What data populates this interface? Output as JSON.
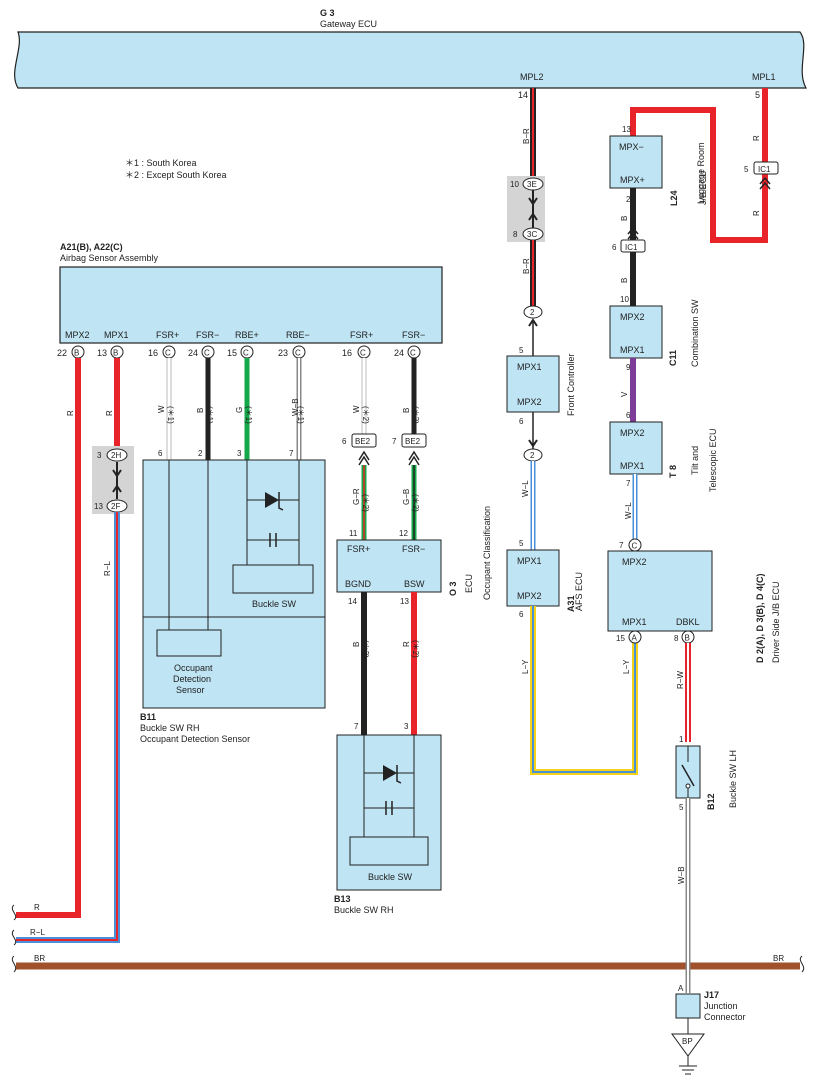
{
  "gateway": {
    "code": "G 3",
    "name": "Gateway ECU",
    "pins": [
      {
        "label": "MPL2",
        "num": "14"
      },
      {
        "label": "MPL1",
        "num": "5"
      }
    ]
  },
  "notes": [
    "＊1 : South Korea",
    "＊2 : Except South Korea"
  ],
  "airbag": {
    "code": "A21(B), A22(C)",
    "name": "Airbag Sensor Assembly",
    "pins": [
      {
        "label": "MPX2",
        "num": "22",
        "conn": "B"
      },
      {
        "label": "MPX1",
        "num": "13",
        "conn": "B"
      },
      {
        "label": "FSR+",
        "num": "16",
        "conn": "C"
      },
      {
        "label": "FSR−",
        "num": "24",
        "conn": "C"
      },
      {
        "label": "RBE+",
        "num": "15",
        "conn": "C"
      },
      {
        "label": "RBE−",
        "num": "23",
        "conn": "C"
      },
      {
        "label": "FSR+",
        "num": "16",
        "conn": "C"
      },
      {
        "label": "FSR−",
        "num": "24",
        "conn": "C"
      }
    ]
  },
  "wires": {
    "r": "R",
    "b_r": "B−R",
    "r_l": "R−L",
    "w": "W",
    "b": "B",
    "g": "G",
    "w_b": "W−B",
    "g_r": "G−R",
    "g_b": "G−B",
    "w_l": "W−L",
    "l_y": "L−Y",
    "v": "V",
    "r_w": "R−W",
    "br": "BR"
  },
  "marks": {
    "s1": "(＊1)",
    "s2": "(＊2)"
  },
  "junctions": {
    "j2h": "2H",
    "j2f": "2F",
    "j3e": "3E",
    "j3c": "3C",
    "ic1": "IC1",
    "be2": "BE2",
    "two": "2",
    "bp": "BP"
  },
  "pinnums": {
    "n3": "3",
    "n13": "13",
    "n10": "10",
    "n8": "8",
    "n6": "6",
    "n5": "5",
    "n2": "2",
    "n7": "7",
    "n11": "11",
    "n12": "12",
    "n14": "14",
    "n9": "9",
    "n1": "1",
    "n15": "15",
    "nA": "A",
    "nC": "C",
    "nB": "B"
  },
  "b11": {
    "code": "B11",
    "name1": "Buckle SW RH",
    "name2": "Occupant Detection Sensor",
    "pins": [
      "6",
      "2",
      "3",
      "7"
    ],
    "buckle": "Buckle SW",
    "ods1": "Occupant",
    "ods2": "Detection",
    "ods3": "Sensor"
  },
  "o3": {
    "code": "O 3",
    "name1": "Occupant Classification",
    "name2": "ECU",
    "p1": "FSR+",
    "p2": "FSR−",
    "p3": "BGND",
    "p4": "BSW"
  },
  "b13": {
    "code": "B13",
    "name": "Buckle SW RH",
    "buckle": "Buckle SW"
  },
  "front": {
    "name": "Front Controller",
    "p1": "MPX1",
    "p2": "MPX2"
  },
  "a31": {
    "code": "A31",
    "name": "AFS ECU",
    "p1": "MPX1",
    "p2": "MPX2"
  },
  "l24": {
    "code": "L24",
    "name1": "Luggage Room",
    "name2": "J/B ECU",
    "p1": "MPX−",
    "p2": "MPX+"
  },
  "c11": {
    "code": "C11",
    "name": "Combination SW",
    "p1": "MPX2",
    "p2": "MPX1"
  },
  "t8": {
    "code": "T 8",
    "name1": "Tilt and",
    "name2": "Telescopic ECU",
    "p1": "MPX2",
    "p2": "MPX1"
  },
  "d2": {
    "code": "D 2(A), D 3(B), D 4(C)",
    "name": "Driver Side J/B ECU",
    "p1": "MPX2",
    "p2": "MPX1",
    "p3": "DBKL"
  },
  "b12": {
    "code": "B12",
    "name": "Buckle SW LH"
  },
  "j17": {
    "code": "J17",
    "name1": "Junction",
    "name2": "Connector"
  },
  "colors": {
    "box": "#bfe4f4",
    "red": "#e8232a",
    "black": "#222",
    "green": "#14a84a",
    "brown": "#a0522d",
    "purple": "#7d3c98",
    "blue": "#4a90d9",
    "yellow": "#f2d21b",
    "gray": "#d4d4d4"
  }
}
